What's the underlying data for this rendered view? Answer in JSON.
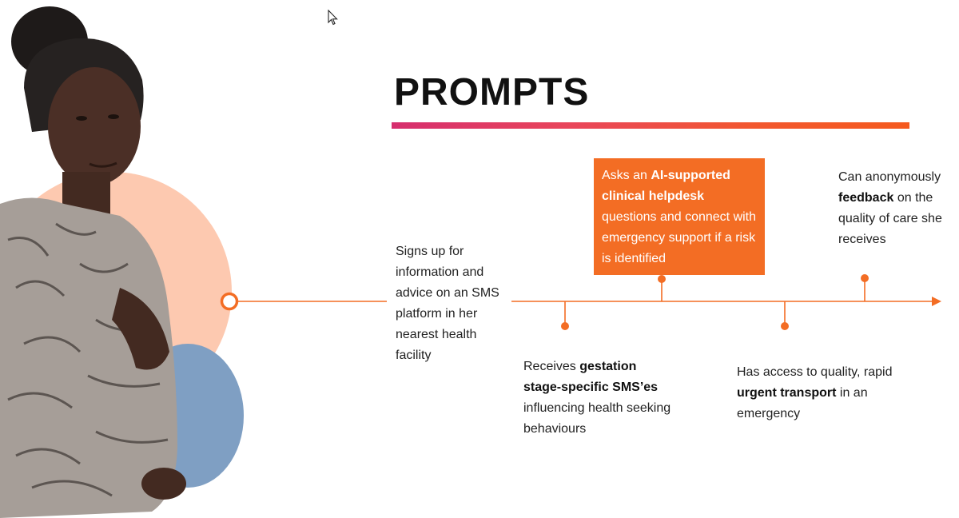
{
  "slide": {
    "title": "PROMPTS"
  },
  "steps": [
    {
      "id": "signup",
      "parts": [
        {
          "text": "Signs up for information and advice on an SMS platform in her nearest health facility",
          "bold": false
        }
      ]
    },
    {
      "id": "receives-sms",
      "parts": [
        {
          "text": "Receives ",
          "bold": false
        },
        {
          "text": "gestation stage-specific SMS’es",
          "bold": true
        },
        {
          "text": " influencing health seeking behaviours",
          "bold": false
        }
      ]
    },
    {
      "id": "helpdesk",
      "parts": [
        {
          "text": "Asks an ",
          "bold": false
        },
        {
          "text": "AI-supported clinical helpdesk",
          "bold": true
        },
        {
          "text": " questions and connect with emergency support if a risk is identified",
          "bold": false
        }
      ]
    },
    {
      "id": "transport",
      "parts": [
        {
          "text": "Has access to quality, rapid ",
          "bold": false
        },
        {
          "text": "urgent transport",
          "bold": true
        },
        {
          "text": " in an emergency",
          "bold": false
        }
      ]
    },
    {
      "id": "feedback",
      "parts": [
        {
          "text": "Can anonymously ",
          "bold": false
        },
        {
          "text": "feedback",
          "bold": true
        },
        {
          "text": " on the quality of care she receives",
          "bold": false
        }
      ]
    }
  ],
  "colors": {
    "accent_orange": "#f36d24",
    "peach_circle": "#fdc9b0",
    "blue_circle": "#7f9fc3",
    "gradient_start": "#d62e6e",
    "gradient_end": "#f55a1e"
  },
  "icons": [
    "mouse-cursor-icon",
    "timeline-start-ring-icon",
    "timeline-arrow-icon"
  ]
}
